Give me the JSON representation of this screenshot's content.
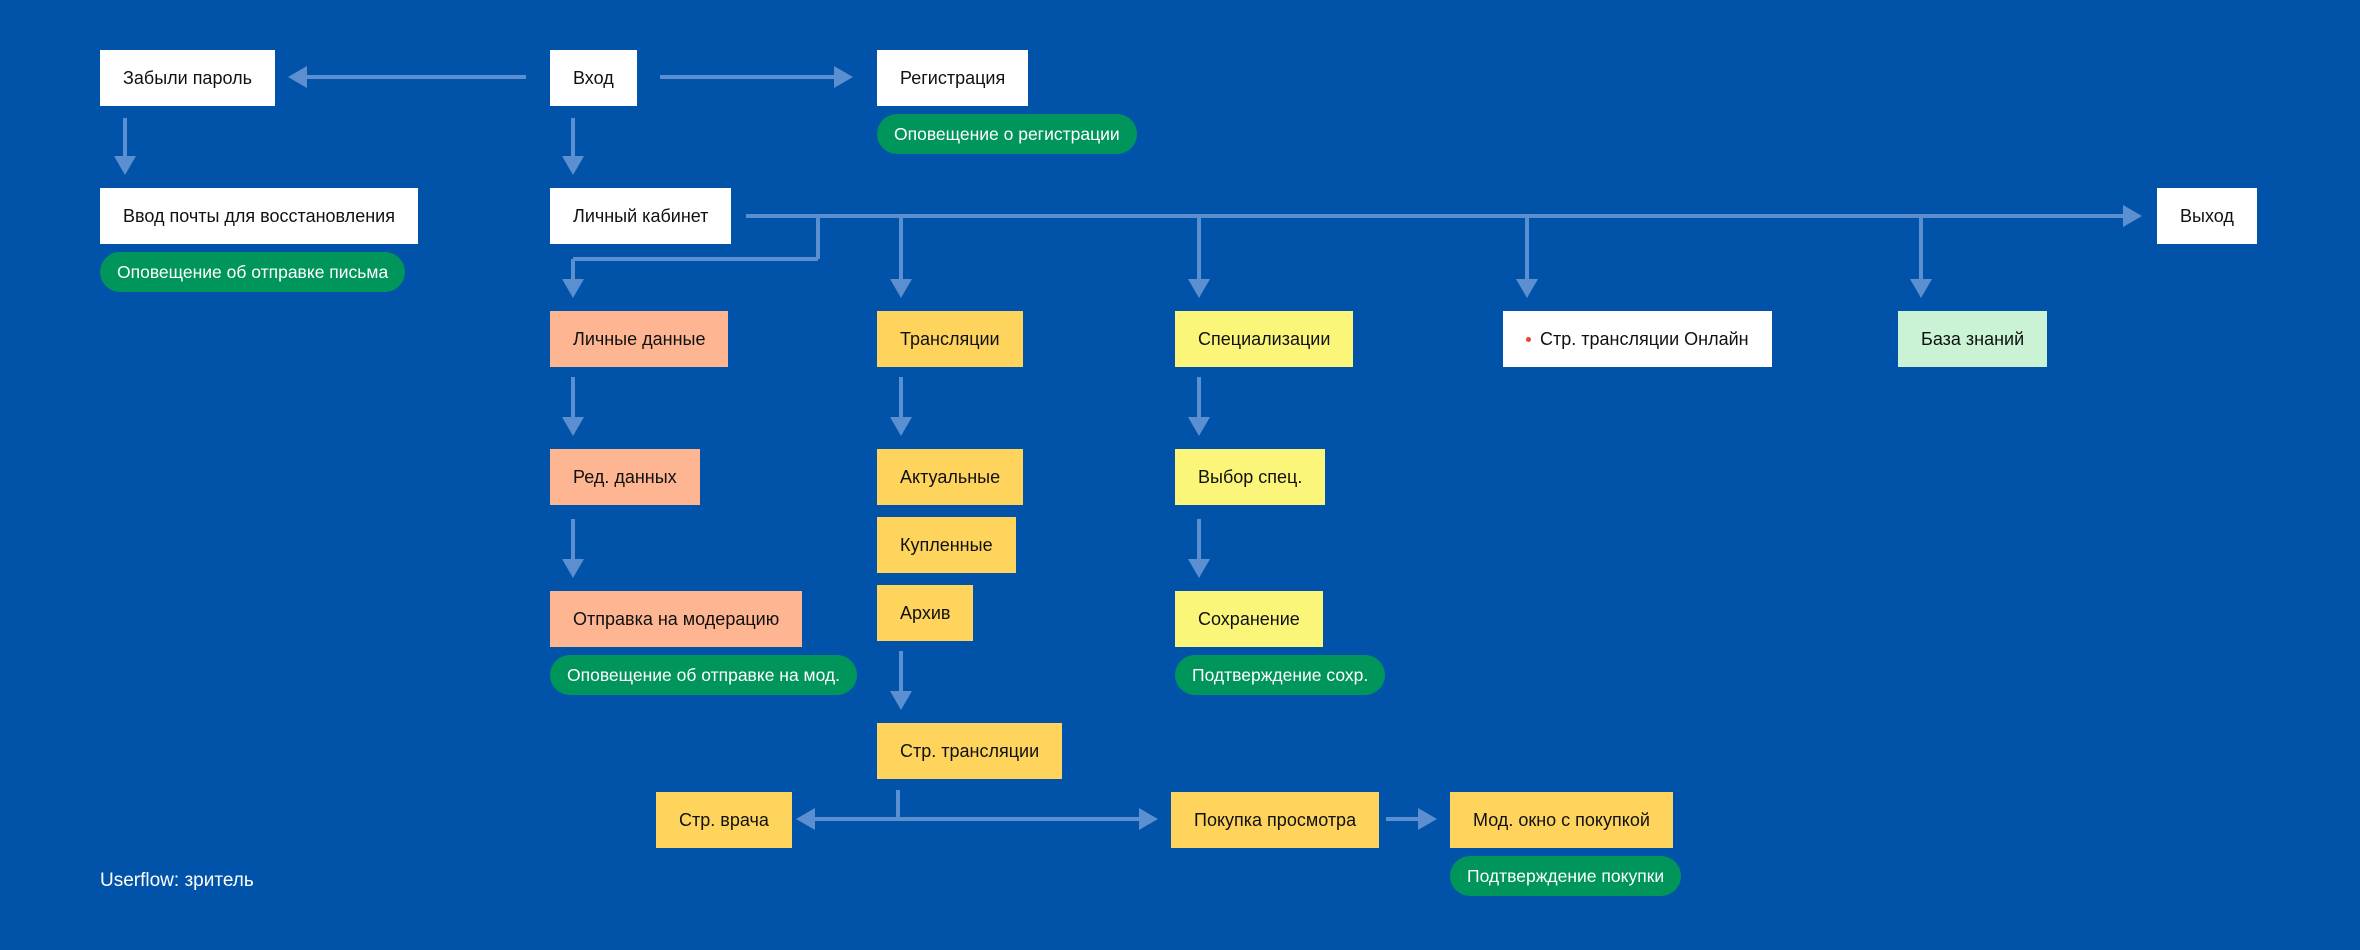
{
  "nodes": {
    "forgot_password": "Забыли пароль",
    "login": "Вход",
    "registration": "Регистрация",
    "recovery_email": "Ввод почты для восстановления",
    "personal_cabinet": "Личный кабинет",
    "exit": "Выход",
    "personal_data": "Личные данные",
    "edit_data": "Ред. данных",
    "send_moderation": "Отправка на модерацию",
    "broadcasts": "Трансляции",
    "current": "Актуальные",
    "purchased": "Купленные",
    "archive": "Архив",
    "broadcast_page": "Стр. трансляции",
    "doctor_page": "Стр. врача",
    "purchase_view": "Покупка просмотра",
    "purchase_modal": "Мод. окно с покупкой",
    "specializations": "Специализации",
    "choose_spec": "Выбор спец.",
    "saving": "Сохранение",
    "online_broadcast": "Стр. трансляции Онлайн",
    "knowledge_base": "База знаний"
  },
  "notifications": {
    "registration": "Оповещение о регистрации",
    "email_sent": "Оповещение об отправке письма",
    "moderation_sent": "Оповещение об отправке на мод.",
    "save_confirm": "Подтверждение сохр.",
    "purchase_confirm": "Подтверждение покупки"
  },
  "caption": "Userflow: зритель",
  "colors": {
    "background": "#0053A8",
    "connector": "#5B8FD0",
    "notification": "#00955A",
    "profile_branch": "#FDB691",
    "broadcast_branch": "#FED45C",
    "spec_branch": "#FBF67A",
    "knowledge_base": "#C9F3D4",
    "marker": "#E8442E"
  }
}
